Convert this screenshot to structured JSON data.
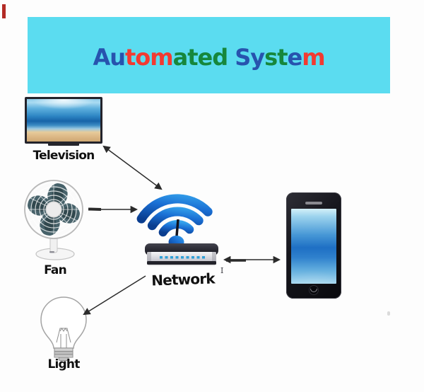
{
  "header": {
    "banner_bg": "#5bdcf0",
    "title_text": "Automated System",
    "title_segments": [
      {
        "text": "Au",
        "color": "#2753ae"
      },
      {
        "text": "tom",
        "color": "#f23a31"
      },
      {
        "text": "ated ",
        "color": "#16873c"
      },
      {
        "text": "Sy",
        "color": "#2753ae"
      },
      {
        "text": "st",
        "color": "#16873c"
      },
      {
        "text": "e",
        "color": "#2753ae"
      },
      {
        "text": "m",
        "color": "#f23a31"
      }
    ]
  },
  "diagram": {
    "labels": {
      "television": "Television",
      "fan": "Fan",
      "network": "Network",
      "light": "Light"
    },
    "nodes": [
      "television",
      "fan",
      "light",
      "network",
      "smartphone"
    ],
    "connections": [
      {
        "from": "network",
        "to": "television",
        "arrows": "both"
      },
      {
        "from": "fan",
        "to": "network",
        "arrows": "to"
      },
      {
        "from": "network",
        "to": "smartphone",
        "arrows": "both"
      },
      {
        "from": "network",
        "to": "light",
        "arrows": "to"
      }
    ]
  },
  "colors": {
    "wifi_blue_dark": "#0a3d8f",
    "wifi_blue_light": "#35a3ec",
    "led_blue": "#2f9fd6",
    "arrow": "#2b2b2b"
  },
  "artifacts": {
    "cursor_glyph": "I"
  }
}
